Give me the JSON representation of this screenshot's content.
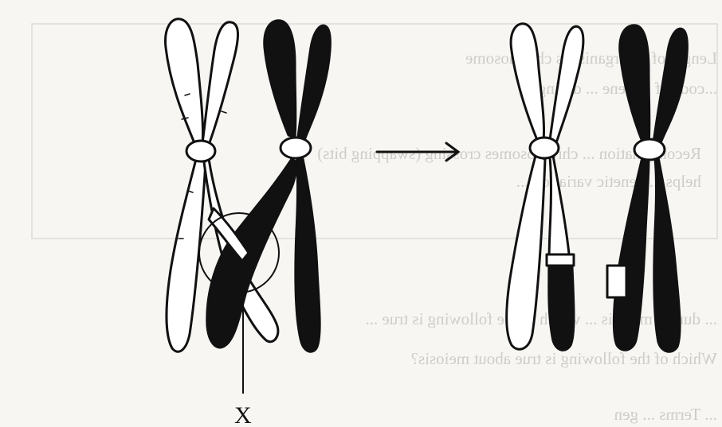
{
  "diagram": {
    "label_x": "X",
    "bleed_through_lines": [
      "Length of an organism's chromosome",
      "...code of ... gene ... during ...",
      "Recombination ... chromosomes crossing (swapping bits)",
      "helps ... genetic variation ...",
      "... during meiosis ... which of the following is true ...",
      "Which of the following is true about meiosis?",
      "... Terms ... gen"
    ]
  },
  "colors": {
    "ink": "#111111",
    "paper": "#f7f6f3",
    "bleed": "#cfcdc8"
  }
}
